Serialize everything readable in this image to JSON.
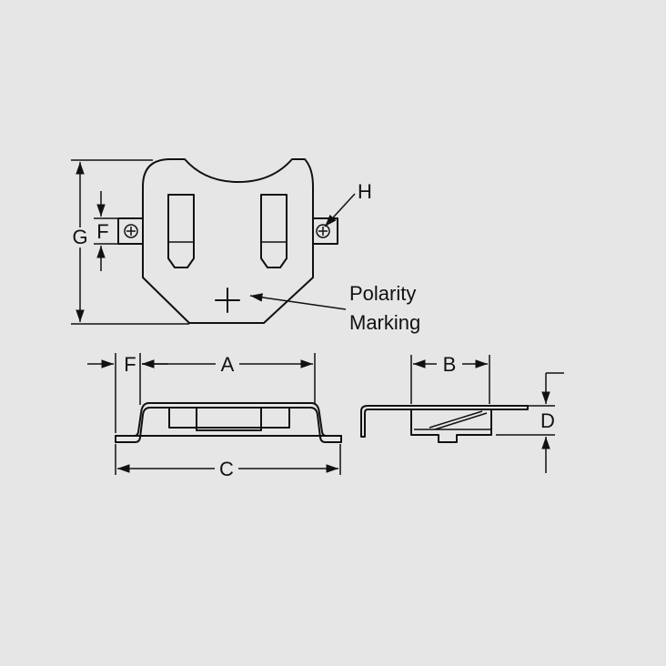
{
  "labels": {
    "A": "A",
    "B": "B",
    "C": "C",
    "D": "D",
    "F_top": "F",
    "F_bottom": "F",
    "G": "G",
    "H": "H",
    "polarity_line1": "Polarity",
    "polarity_line2": "Marking"
  },
  "colors": {
    "background": "#e6e6e6",
    "ink": "#111111"
  }
}
